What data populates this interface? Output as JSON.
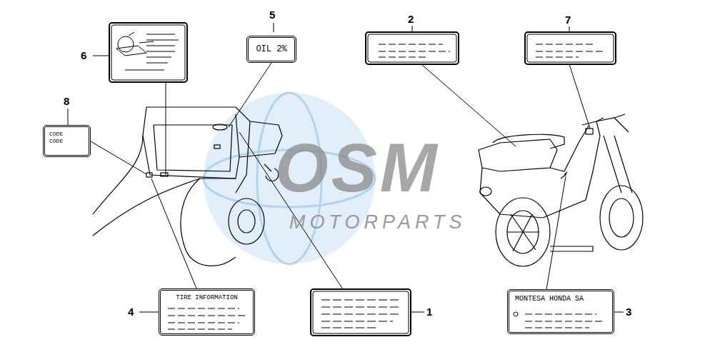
{
  "diagram": {
    "nodes": [
      {
        "text": [
          "OIL 2%"
        ]
      },
      {
        "text": [
          "CODE",
          "CODE"
        ]
      },
      {
        "text": [
          "TIRE INFORMATION"
        ]
      },
      {
        "text": [
          "MONTESA HONDA SA"
        ]
      }
    ],
    "labels": [
      "5",
      "6",
      "2",
      "7",
      "8",
      "4",
      "1",
      "3",
      "OSM",
      "MOTORPARTS"
    ]
  }
}
